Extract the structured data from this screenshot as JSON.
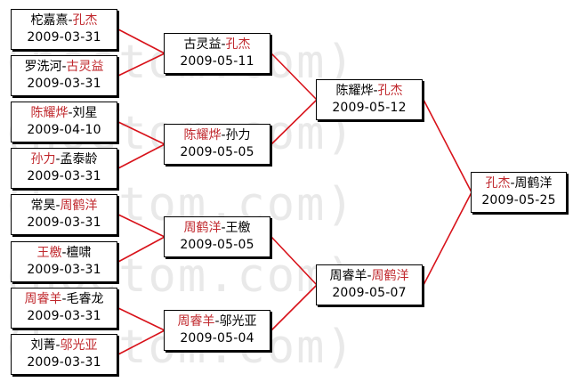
{
  "watermark": "(hoetom.com)",
  "colors": {
    "line": "#d8121a",
    "winner": "#c0282d"
  },
  "matches": {
    "r1_1": {
      "player_a": "柁嘉熹",
      "player_b": "孔杰",
      "winner": "b",
      "date": "2009-03-31"
    },
    "r1_2": {
      "player_a": "罗洗河",
      "player_b": "古灵益",
      "winner": "b",
      "date": "2009-03-31"
    },
    "r1_3": {
      "player_a": "陈耀烨",
      "player_b": "刘星",
      "winner": "a",
      "date": "2009-04-10"
    },
    "r1_4": {
      "player_a": "孙力",
      "player_b": "孟泰龄",
      "winner": "a",
      "date": "2009-03-31"
    },
    "r1_5": {
      "player_a": "常昊",
      "player_b": "周鹤洋",
      "winner": "b",
      "date": "2009-03-31"
    },
    "r1_6": {
      "player_a": "王檄",
      "player_b": "檀啸",
      "winner": "a",
      "date": "2009-03-31"
    },
    "r1_7": {
      "player_a": "周睿羊",
      "player_b": "毛睿龙",
      "winner": "a",
      "date": "2009-03-31"
    },
    "r1_8": {
      "player_a": "刘菁",
      "player_b": "邬光亚",
      "winner": "b",
      "date": "2009-03-31"
    },
    "r2_1": {
      "player_a": "古灵益",
      "player_b": "孔杰",
      "winner": "b",
      "date": "2009-05-11"
    },
    "r2_2": {
      "player_a": "陈耀烨",
      "player_b": "孙力",
      "winner": "a",
      "date": "2009-05-05"
    },
    "r2_3": {
      "player_a": "周鹤洋",
      "player_b": "王檄",
      "winner": "a",
      "date": "2009-05-05"
    },
    "r2_4": {
      "player_a": "周睿羊",
      "player_b": "邬光亚",
      "winner": "a",
      "date": "2009-05-04"
    },
    "r3_1": {
      "player_a": "陈耀烨",
      "player_b": "孔杰",
      "winner": "b",
      "date": "2009-05-12"
    },
    "r3_2": {
      "player_a": "周睿羊",
      "player_b": "周鹤洋",
      "winner": "b",
      "date": "2009-05-07"
    },
    "final": {
      "player_a": "孔杰",
      "player_b": "周鹤洋",
      "winner": "a",
      "date": "2009-05-25"
    }
  }
}
